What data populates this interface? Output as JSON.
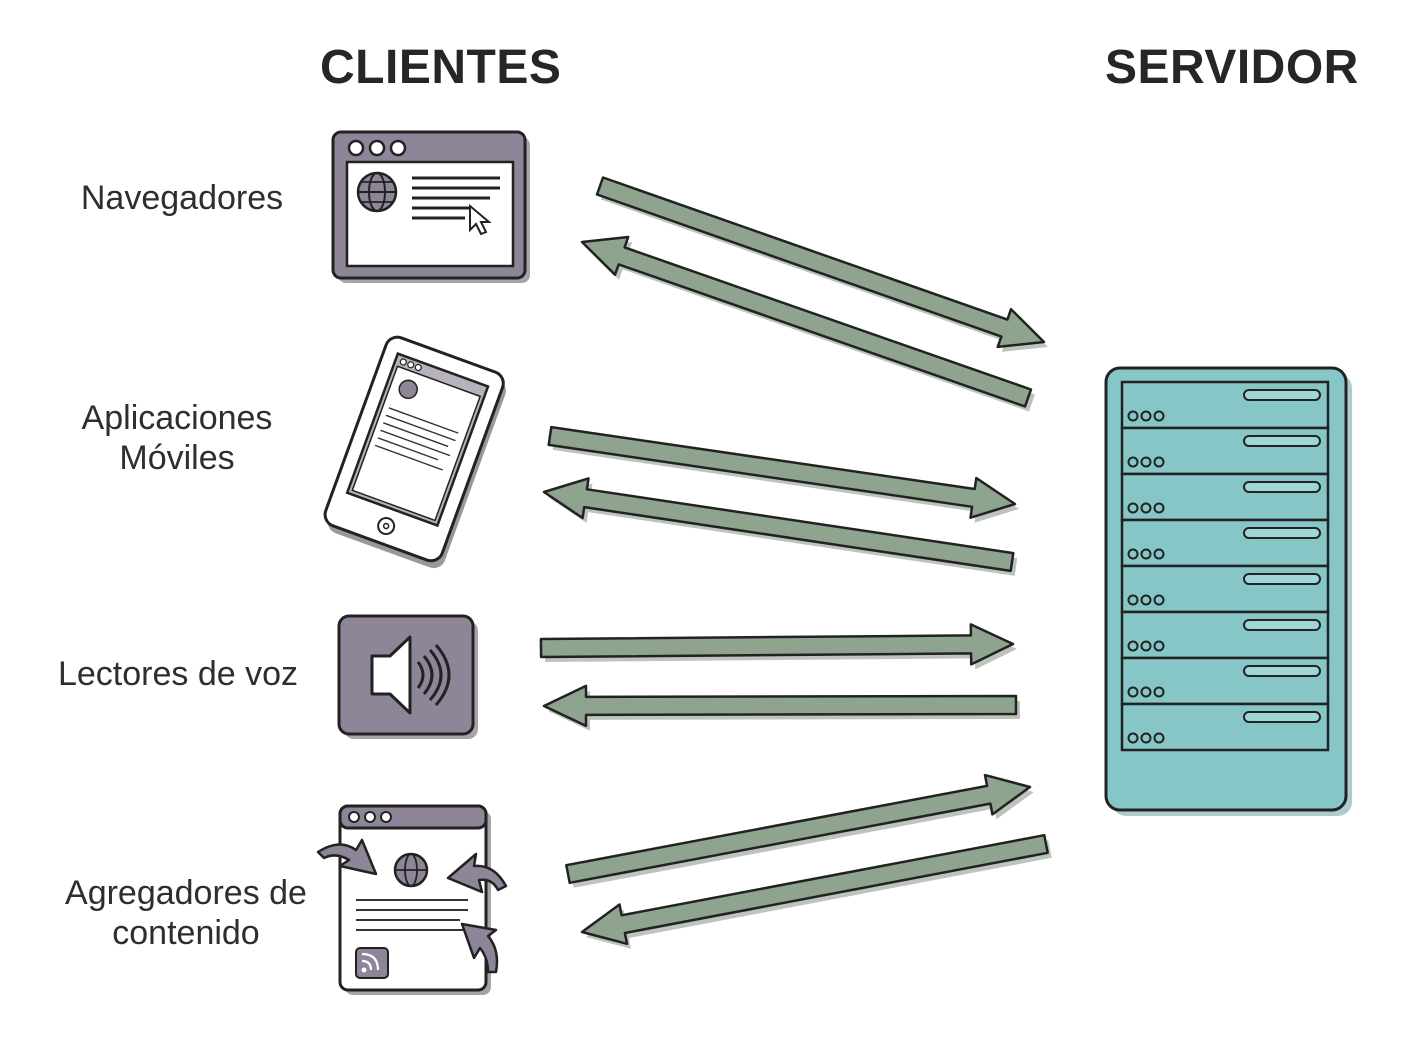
{
  "headers": {
    "clients": "CLIENTES",
    "server": "SERVIDOR"
  },
  "clients": [
    {
      "label": "Navegadores",
      "icon": "browser-window-icon"
    },
    {
      "label": "Aplicaciones\nMóviles",
      "icon": "tablet-icon"
    },
    {
      "label": "Lectores de voz",
      "icon": "speaker-icon"
    },
    {
      "label": "Agregadores de\ncontenido",
      "icon": "aggregator-icon"
    }
  ],
  "server": {
    "icon": "server-rack-icon",
    "units": 8
  },
  "colors": {
    "arrow": "#8fa48f",
    "icon_purple": "#8f8598",
    "server_teal": "#86c6c6",
    "outline": "#222222"
  }
}
